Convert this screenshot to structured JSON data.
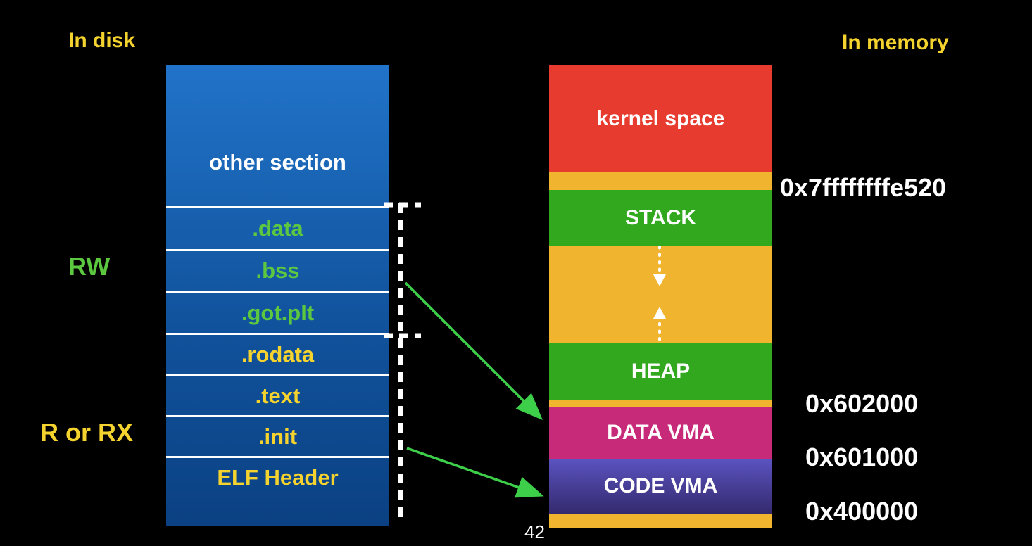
{
  "slide": {
    "page_number": "42"
  },
  "disk": {
    "title": "In disk",
    "permissions": [
      {
        "label": "RW",
        "color": "#5cc83f"
      },
      {
        "label": "R or RX",
        "color": "#f5d32e"
      }
    ],
    "sections": [
      {
        "label": "other section",
        "text_color": "#ffffff"
      },
      {
        "label": ".data",
        "text_color": "#5cc83f"
      },
      {
        "label": ".bss",
        "text_color": "#5cc83f"
      },
      {
        "label": ".got.plt",
        "text_color": "#5cc83f"
      },
      {
        "label": ".rodata",
        "text_color": "#f5d32e"
      },
      {
        "label": ".text",
        "text_color": "#f5d32e"
      },
      {
        "label": ".init",
        "text_color": "#f5d32e"
      },
      {
        "label": "ELF Header",
        "text_color": "#f5d32e"
      }
    ],
    "box_color_top": "#2173c9",
    "box_color_bottom": "#0b4183"
  },
  "memory": {
    "title": "In memory",
    "segments": [
      {
        "label": "kernel space",
        "color": "#e63b2e"
      },
      {
        "label": "",
        "color": "#f0b42f"
      },
      {
        "label": "STACK",
        "color": "#32a81f"
      },
      {
        "label": "",
        "color": "#f0b42f"
      },
      {
        "label": "HEAP",
        "color": "#32a81f"
      },
      {
        "label": "",
        "color": "#f0b42f"
      },
      {
        "label": "DATA VMA",
        "color": "#c62a78"
      },
      {
        "label": "CODE VMA",
        "color": "#5b53c0"
      },
      {
        "label": "",
        "color": "#f0b42f"
      }
    ],
    "addresses": [
      "0x7ffffffffe520",
      "0x602000",
      "0x601000",
      "0x400000"
    ]
  },
  "annotations": {
    "arrow_color": "#3ecf4a",
    "dash_color": "#ffffff",
    "stack_growth": "down",
    "heap_growth": "up"
  }
}
